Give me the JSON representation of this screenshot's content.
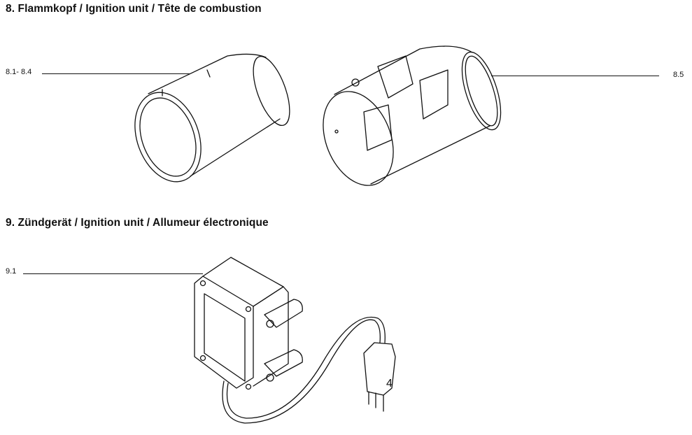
{
  "sections": [
    {
      "heading": "8. Flammkopf / Ignition unit / Tête de combustion",
      "callouts": [
        {
          "label": "8.1- 8.4"
        },
        {
          "label": "8.5"
        }
      ]
    },
    {
      "heading": "9. Zündgerät / Ignition unit / Allumeur électronique",
      "callouts": [
        {
          "label": "9.1"
        }
      ],
      "plug_number": "4"
    }
  ]
}
